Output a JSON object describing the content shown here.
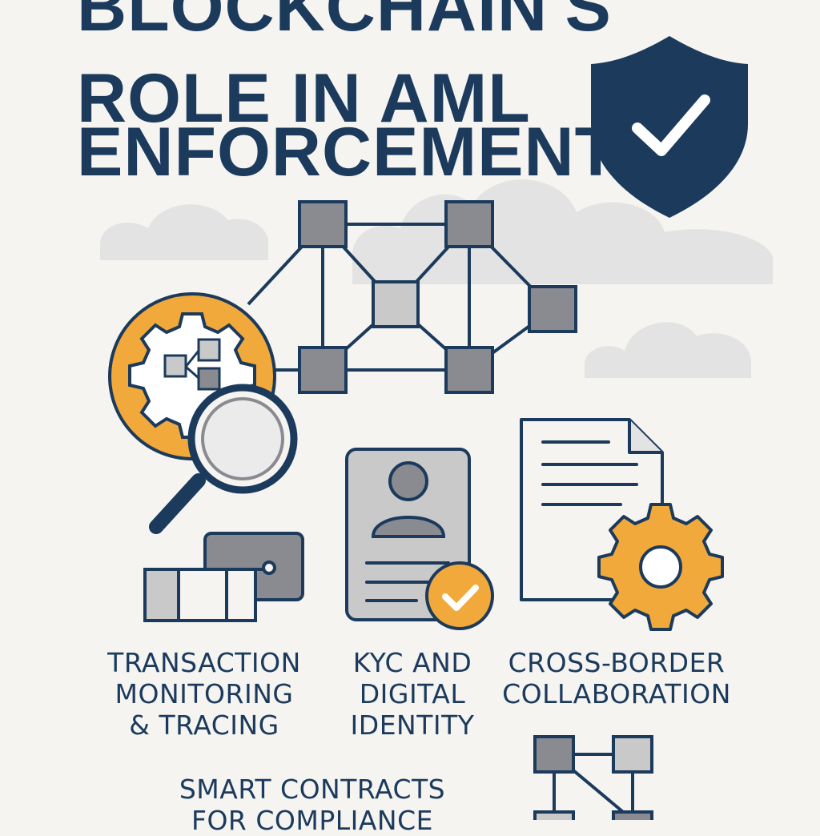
{
  "title": {
    "lines": [
      "BLOCKCHAIN'S",
      "ROLE IN AML",
      "ENFORCEMENT"
    ]
  },
  "features": [
    {
      "lines": [
        "TRANSACTION",
        "MONITORING",
        "& TRACING"
      ]
    },
    {
      "lines": [
        "KYC AND",
        "DIGITAL",
        "IDENTITY"
      ]
    },
    {
      "lines": [
        "CROSS-BORDER",
        "COLLABORATION"
      ]
    },
    {
      "lines": [
        "SMART CONTRACTS",
        "FOR COMPLIANCE"
      ]
    }
  ],
  "colors": {
    "navy": "#1b3a5c",
    "orange": "#f2a93b",
    "gray": "#8a8b90",
    "light_gray": "#c9c9c9",
    "cloud": "#e3e3e3",
    "background": "#f5f4f1"
  },
  "icons": [
    "shield-check-icon",
    "blockchain-network-icon",
    "gear-magnifier-icon",
    "transaction-flow-icon",
    "id-card-check-icon",
    "document-gear-icon",
    "small-network-icon"
  ]
}
